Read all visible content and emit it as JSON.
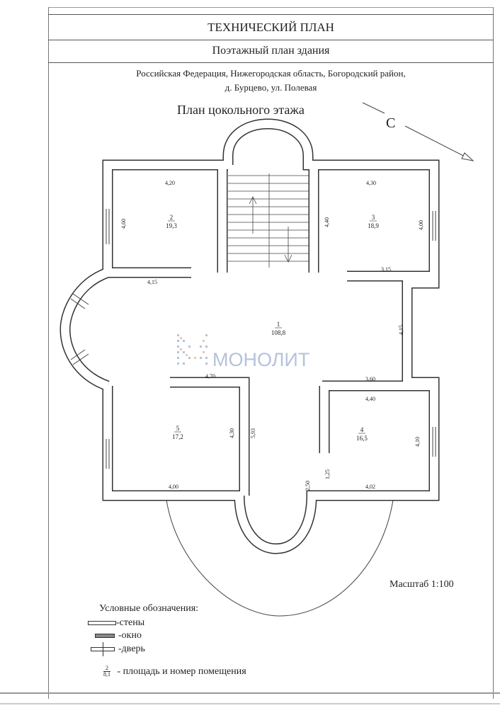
{
  "header": {
    "title": "ТЕХНИЧЕСКИЙ ПЛАН",
    "subtitle": "Поэтажный план здания",
    "address_line1": "Российская Федерация, Нижегородская область, Богородский район,",
    "address_line2": "д. Бурцево, ул. Полевая"
  },
  "plan": {
    "title": "План цокольного этажа",
    "north_label": "С",
    "scale": "Масштаб 1:100",
    "rooms": [
      {
        "number": "1",
        "area": "108,8"
      },
      {
        "number": "2",
        "area": "19,3"
      },
      {
        "number": "3",
        "area": "18,9"
      },
      {
        "number": "4",
        "area": "16,5"
      },
      {
        "number": "5",
        "area": "17,2"
      }
    ],
    "dimensions": {
      "r2_top": "4,20",
      "r2_left": "4,60",
      "r2_bottom": "4,15",
      "r3_top": "4,30",
      "r3_left": "4,40",
      "r3_right": "4,00",
      "r3_bottom": "3,15",
      "hall_right": "4,15",
      "r5_top": "4,70",
      "r5_right": "4,30",
      "hall_mid": "5,93",
      "r5_bottom": "4,00",
      "r4_top_a": "3,60",
      "r4_top": "4,40",
      "r4_right": "4,10",
      "r4_bottom": "4,02",
      "hall_bottom_a": "2,50",
      "hall_bottom_b": "1,25"
    }
  },
  "legend": {
    "title": "Условные обозначения:",
    "walls": "-стены",
    "window": "-окно",
    "door": "-дверь",
    "room_sample_number": "2",
    "room_sample_area": "8,1",
    "room_label": "- площадь и номер помещения"
  },
  "watermark": {
    "text": "МОНОЛИТ"
  },
  "colors": {
    "wall": "#333333",
    "watermark_blue": "#a5b4d2",
    "watermark_orange": "#e9b9a0"
  }
}
